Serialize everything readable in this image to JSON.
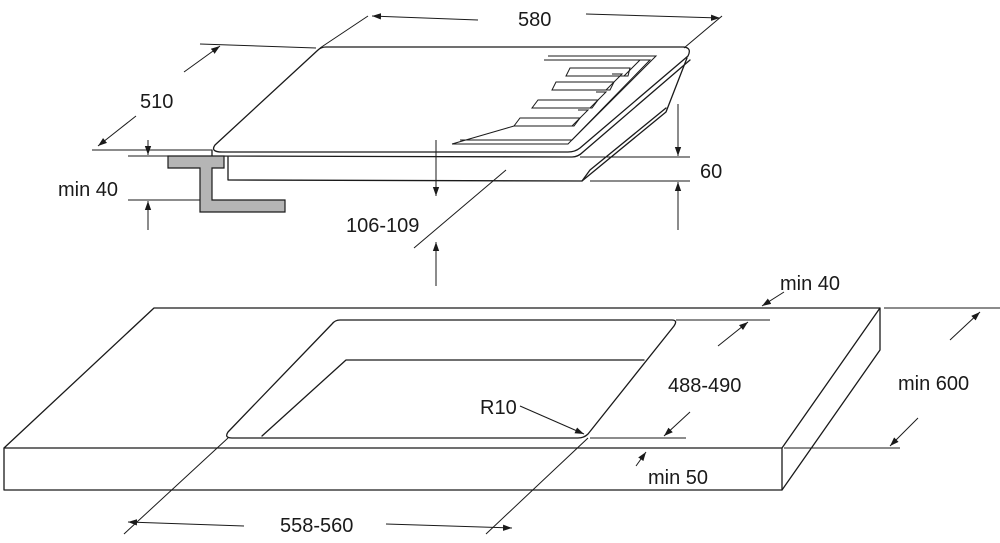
{
  "labels": {
    "width_580": "580",
    "depth_510": "510",
    "min_40_worktop": "min 40",
    "height_60": "60",
    "clearance_106_109": "106-109",
    "min_40_back": "min 40",
    "cutout_488_490": "488-490",
    "worktop_min_600": "min 600",
    "radius_r10": "R10",
    "min_50_front": "min 50",
    "cutout_558_560": "558-560"
  },
  "colors": {
    "line": "#1a1a1a",
    "bracket": "#b5b5b5",
    "background": "#ffffff"
  }
}
